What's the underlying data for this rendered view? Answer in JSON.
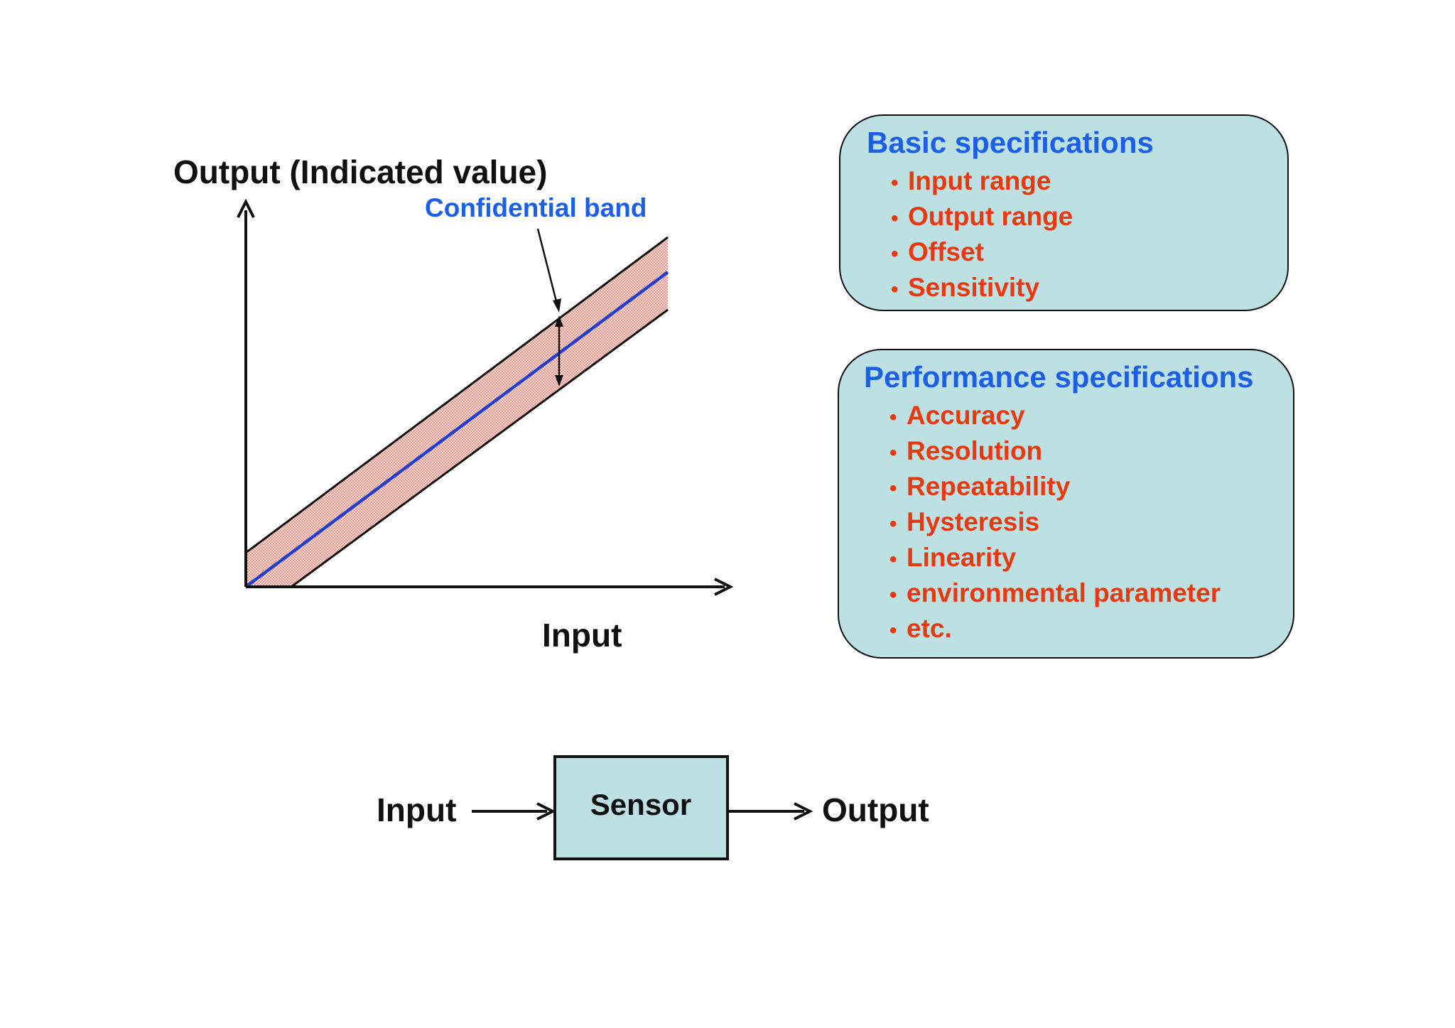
{
  "colors": {
    "title_blue": "#1a5fe6",
    "item_red": "#e8380d",
    "box_fill": "#bde0e3",
    "line_blue": "#1f3fd1",
    "band_red": "#e24a3a",
    "axis_black": "#111111"
  },
  "graph": {
    "y_axis_label": "Output (Indicated value)",
    "x_axis_label": "Input",
    "band_label": "Confidential band"
  },
  "basic_specs": {
    "title": "Basic specifications",
    "items": [
      "Input range",
      "Output range",
      "Offset",
      "Sensitivity"
    ]
  },
  "performance_specs": {
    "title": "Performance specifications",
    "items": [
      "Accuracy",
      "Resolution",
      "Repeatability",
      "Hysteresis",
      "Linearity",
      "environmental parameter",
      "etc."
    ]
  },
  "block_diagram": {
    "input_label": "Input",
    "sensor_label": "Sensor",
    "output_label": "Output"
  }
}
